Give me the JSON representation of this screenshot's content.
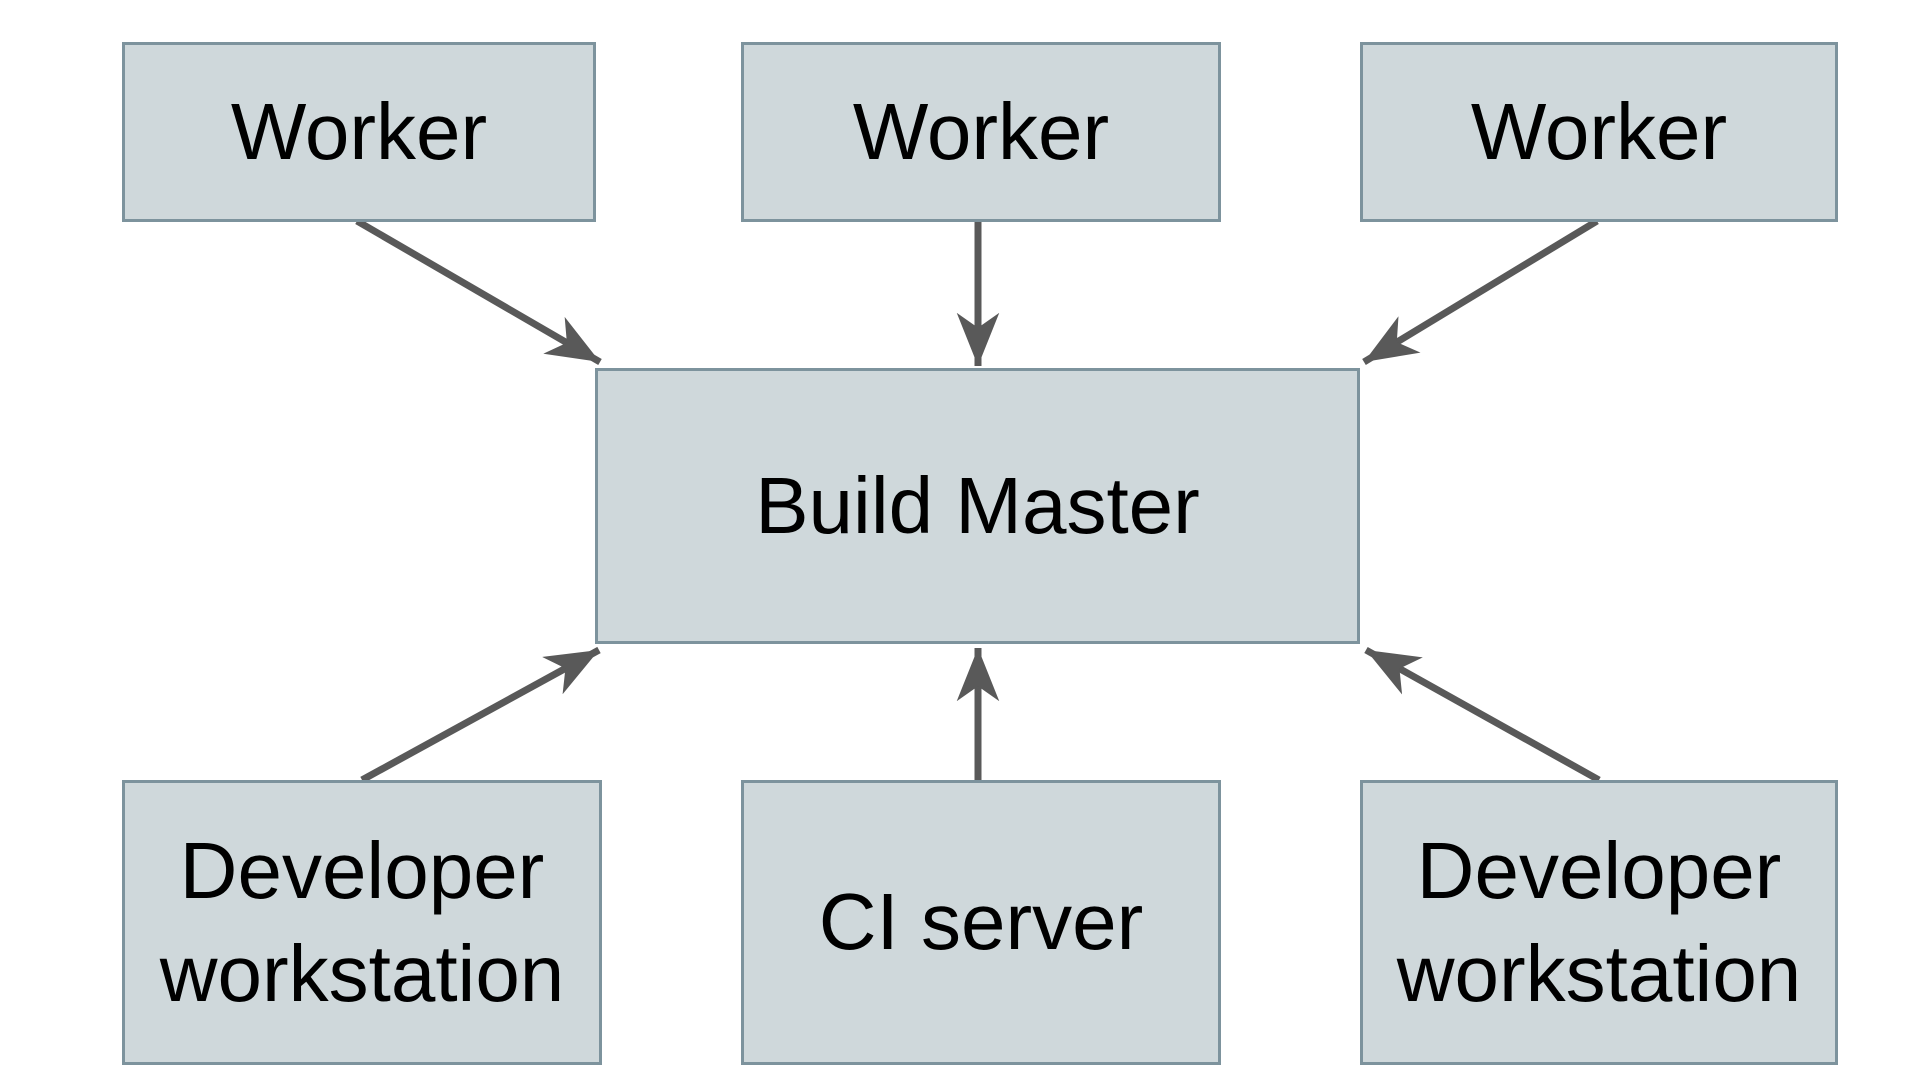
{
  "diagram": {
    "type": "architecture-diagram",
    "nodes": {
      "worker_top_left": {
        "label": "Worker"
      },
      "worker_top_center": {
        "label": "Worker"
      },
      "worker_top_right": {
        "label": "Worker"
      },
      "build_master": {
        "label": "Build Master"
      },
      "developer_workstation_left": {
        "label": "Developer workstation"
      },
      "ci_server": {
        "label": "CI server"
      },
      "developer_workstation_right": {
        "label": "Developer workstation"
      }
    },
    "edges": [
      {
        "from": "worker_top_left",
        "to": "build_master"
      },
      {
        "from": "worker_top_center",
        "to": "build_master"
      },
      {
        "from": "worker_top_right",
        "to": "build_master"
      },
      {
        "from": "developer_workstation_left",
        "to": "build_master"
      },
      {
        "from": "ci_server",
        "to": "build_master"
      },
      {
        "from": "developer_workstation_right",
        "to": "build_master"
      }
    ],
    "colors": {
      "background": "#ffffff",
      "node_fill": "#cfd8db",
      "node_border": "#7d939d",
      "arrow": "#595959",
      "text": "#000000"
    }
  }
}
